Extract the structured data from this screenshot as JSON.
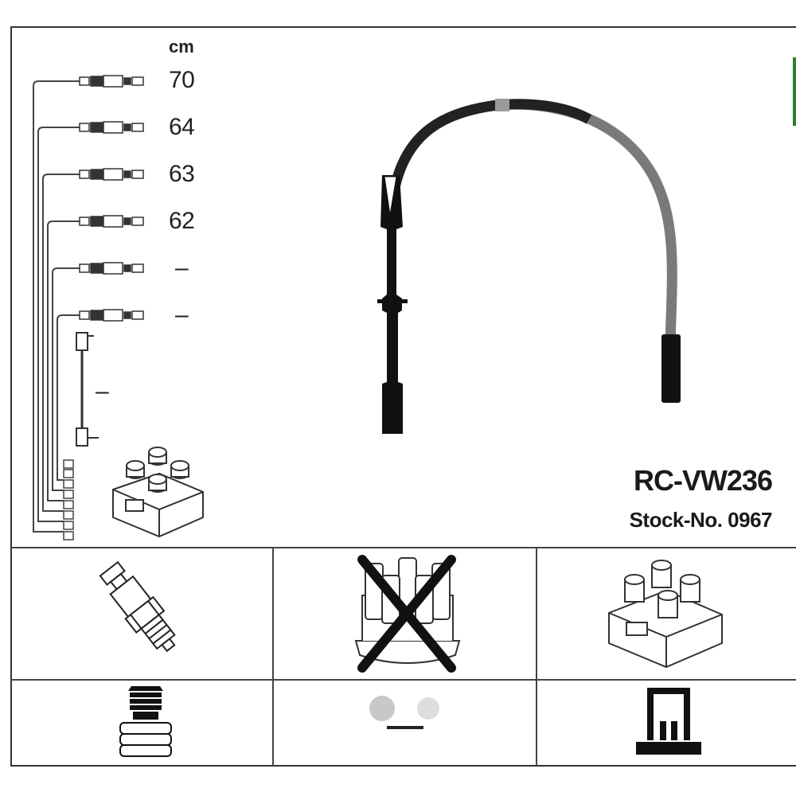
{
  "unit": "cm",
  "leads": [
    {
      "length": "70"
    },
    {
      "length": "64"
    },
    {
      "length": "63"
    },
    {
      "length": "62"
    },
    {
      "length": "–"
    },
    {
      "length": "–"
    },
    {
      "length": "–"
    }
  ],
  "product": {
    "part_number": "RC-VW236",
    "stock_number": "Stock-No. 0967"
  },
  "components": [
    {
      "icon": "spark-plug-icon",
      "included": true
    },
    {
      "icon": "distributor-cap-icon",
      "included": false
    },
    {
      "icon": "ignition-coil-icon",
      "included": true
    },
    {
      "icon": "plug-terminal-icon",
      "included": true
    },
    {
      "icon": "resistance-dots-icon",
      "included": true
    },
    {
      "icon": "coil-terminal-icon",
      "included": true
    }
  ]
}
